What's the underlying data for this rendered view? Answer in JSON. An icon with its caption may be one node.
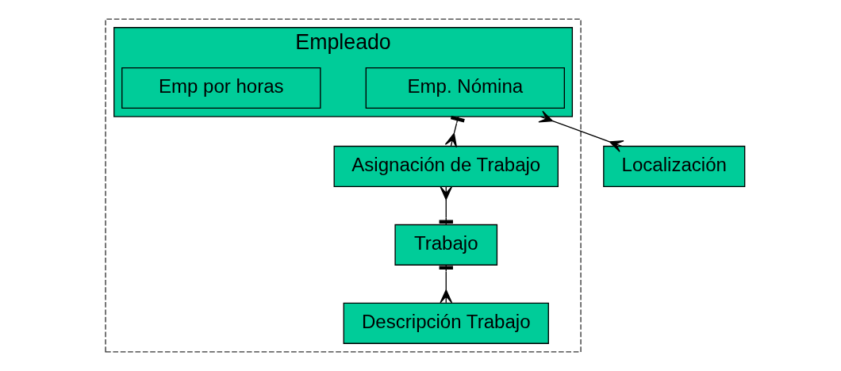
{
  "diagram": {
    "nodes": [
      {
        "text": [],
        "shape": "box"
      },
      {
        "text": [
          "Empleado"
        ],
        "in": 0
      },
      {
        "text": [
          "Emp. Nómina"
        ],
        "in": 1
      },
      {
        "text": [
          "Emp por horas"
        ],
        "in": 1
      },
      {
        "text": [
          "Asignación de Trabajo"
        ],
        "in": 0
      },
      {
        "text": [
          "Trabajo"
        ],
        "in": 0
      },
      {
        "text": [
          "Descripción Trabajo"
        ],
        "in": 0
      },
      {
        "text": [
          "Localización"
        ]
      }
    ],
    "edges": [
      {
        "from": 1,
        "to": 4,
        "arrow": "other"
      },
      {
        "from": 4,
        "to": 5,
        "arrow": "other"
      },
      {
        "from": 5,
        "to": 6,
        "arrow": "other"
      },
      {
        "from": 1,
        "to": 7,
        "arrow": "other"
      }
    ]
  }
}
